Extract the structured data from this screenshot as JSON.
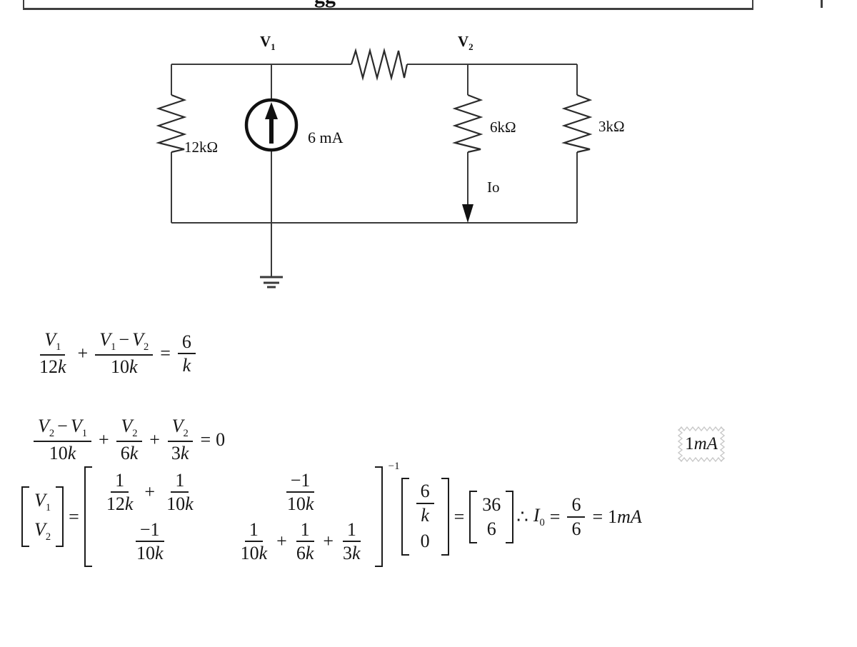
{
  "title_box": {
    "clipped_text": "gg"
  },
  "circuit": {
    "node1_base": "V",
    "node1_sub": "1",
    "node2_base": "V",
    "node2_sub": "2",
    "resistor_left": "12kΩ",
    "source_label": "6 mA",
    "resistor_mid": "6kΩ",
    "resistor_right": "3kΩ",
    "output_current": "Io"
  },
  "equations": {
    "eq1": {
      "f1_num_base": "V",
      "f1_num_sub": "1",
      "f1_den_d": "12",
      "f1_den_v": "k",
      "op_plus": "+",
      "f2_num_b1": "V",
      "f2_num_s1": "1",
      "f2_num_op": "−",
      "f2_num_b2": "V",
      "f2_num_s2": "2",
      "f2_den_d": "10",
      "f2_den_v": "k",
      "op_eq": "=",
      "f3_num": "6",
      "f3_den_v": "k"
    },
    "eq2": {
      "f1_num_b1": "V",
      "f1_num_s1": "2",
      "f1_num_op": "−",
      "f1_num_b2": "V",
      "f1_num_s2": "1",
      "f1_den_d": "10",
      "f1_den_v": "k",
      "op_plus1": "+",
      "f2_num_base": "V",
      "f2_num_sub": "2",
      "f2_den_d": "6",
      "f2_den_v": "k",
      "op_plus2": "+",
      "f3_num_base": "V",
      "f3_num_sub": "2",
      "f3_den_d": "3",
      "f3_den_v": "k",
      "op_eq": "=",
      "rhs": "0"
    },
    "eq3": {
      "vec_r1_base": "V",
      "vec_r1_sub": "1",
      "vec_r2_base": "V",
      "vec_r2_sub": "2",
      "op_eq1": "=",
      "a11_f1_num": "1",
      "a11_f1_den_d": "12",
      "a11_f1_den_v": "k",
      "a11_plus": "+",
      "a11_f2_num": "1",
      "a11_f2_den_d": "10",
      "a11_f2_den_v": "k",
      "a12_num": "−1",
      "a12_den_d": "10",
      "a12_den_v": "k",
      "a21_num": "−1",
      "a21_den_d": "10",
      "a21_den_v": "k",
      "a22_f1_num": "1",
      "a22_f1_den_d": "10",
      "a22_f1_den_v": "k",
      "a22_plus1": "+",
      "a22_f2_num": "1",
      "a22_f2_den_d": "6",
      "a22_f2_den_v": "k",
      "a22_plus2": "+",
      "a22_f3_num": "1",
      "a22_f3_den_d": "3",
      "a22_f3_den_v": "k",
      "inverse_exp": "−1",
      "b1_num": "6",
      "b1_den_v": "k",
      "b2": "0",
      "op_eq2": "=",
      "r1": "36",
      "r2": "6",
      "therefore": "∴",
      "i_base": "I",
      "i_sub": "0",
      "op_eq3": "=",
      "res_num": "6",
      "res_den": "6",
      "op_eq4": "=",
      "result_d": "1",
      "result_unit": "mA"
    }
  },
  "annotation": {
    "digit": "1",
    "unit": "mA"
  },
  "colors": {
    "ink": "#1c1c1c",
    "wire": "#3a3a3a",
    "squiggle": "#c9c9c9"
  }
}
